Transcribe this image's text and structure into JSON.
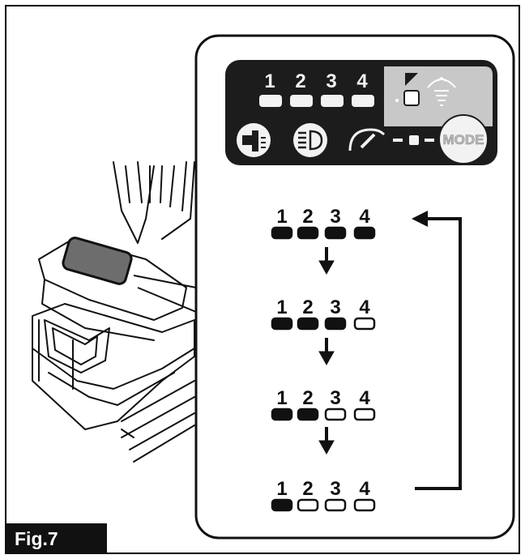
{
  "figure": {
    "label": "Fig.7"
  },
  "panel": {
    "numbers": [
      "1",
      "2",
      "3",
      "4"
    ],
    "mode_label": "MODE",
    "icons": [
      "light-beam-icon",
      "led-light-icon",
      "speed-gauge-icon",
      "bit-rotation-icon"
    ]
  },
  "sequence": {
    "numbers": [
      "1",
      "2",
      "3",
      "4"
    ],
    "steps": [
      {
        "lit_count": 4
      },
      {
        "lit_count": 3
      },
      {
        "lit_count": 2
      },
      {
        "lit_count": 1
      }
    ]
  },
  "colors": {
    "panel_bg": "#1c1c1c",
    "segment_on": "#111111",
    "segment_off": "#ffffff",
    "panel_segment": "#f2f2f2",
    "panel_right": "#c8c8c8"
  }
}
